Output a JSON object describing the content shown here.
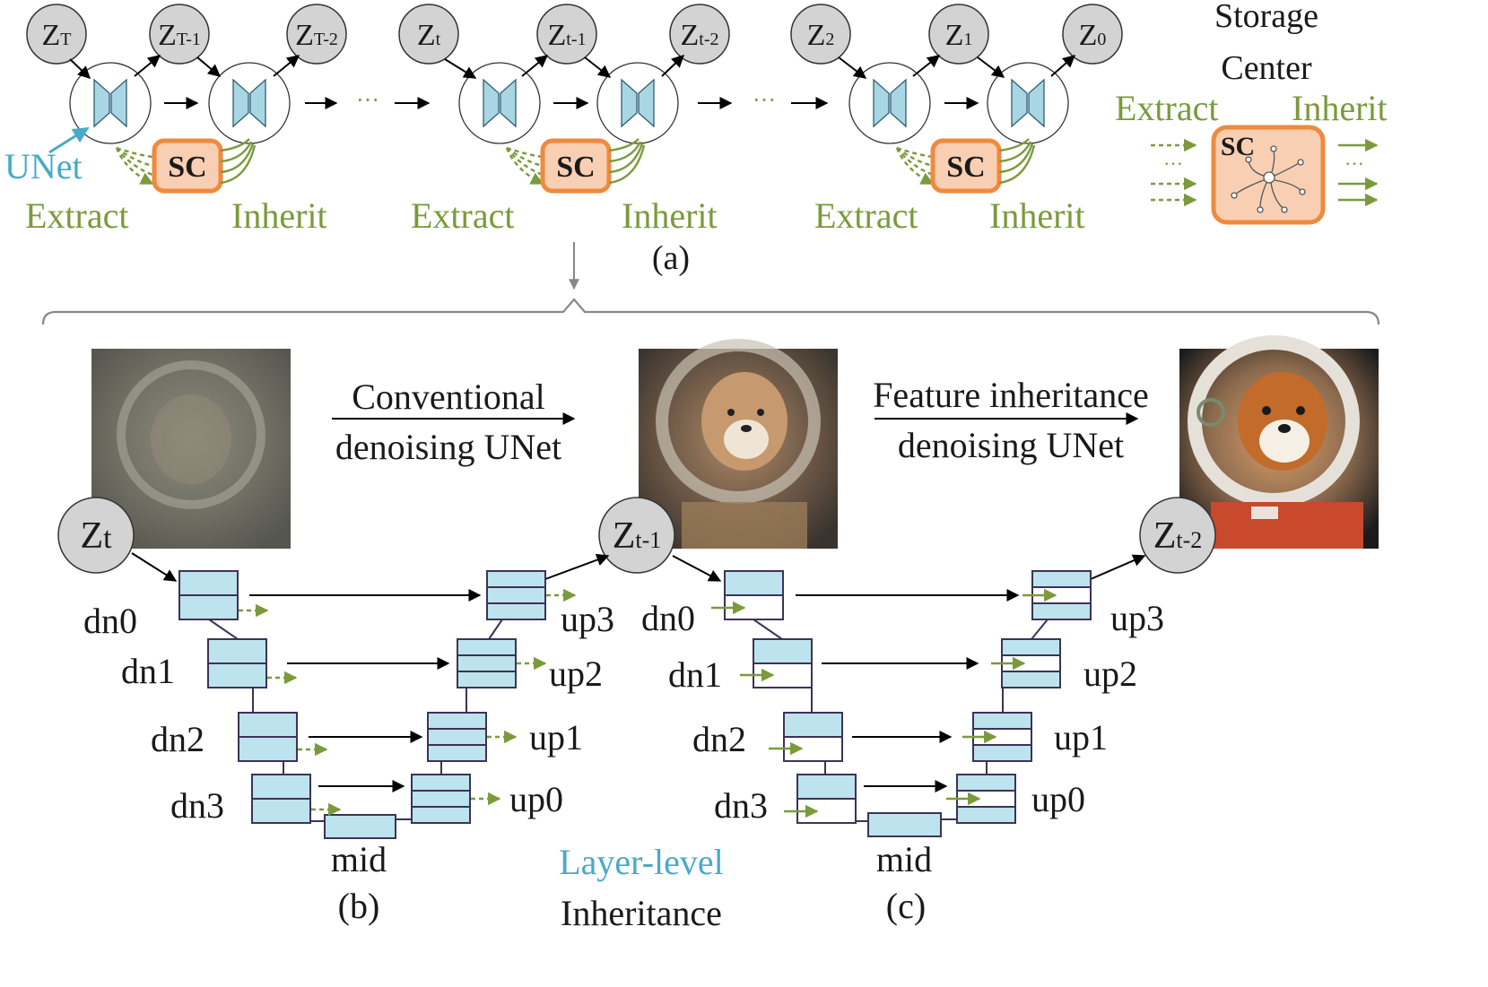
{
  "panel_a": {
    "caption": "(a)",
    "groups": [
      {
        "nodes": [
          {
            "main": "Z",
            "sub": "T"
          },
          {
            "main": "Z",
            "sub": "T-1"
          },
          {
            "main": "Z",
            "sub": "T-2"
          }
        ],
        "unet_label": "UNet",
        "extract": "Extract",
        "sc": "SC",
        "inherit": "Inherit"
      },
      {
        "nodes": [
          {
            "main": "Z",
            "sub": "t"
          },
          {
            "main": "Z",
            "sub": "t-1"
          },
          {
            "main": "Z",
            "sub": "t-2"
          }
        ],
        "extract": "Extract",
        "sc": "SC",
        "inherit": "Inherit"
      },
      {
        "nodes": [
          {
            "main": "Z",
            "sub": "2"
          },
          {
            "main": "Z",
            "sub": "1"
          },
          {
            "main": "Z",
            "sub": "0"
          }
        ],
        "extract": "Extract",
        "sc": "SC",
        "inherit": "Inherit"
      }
    ],
    "ellipsis": "···",
    "storage": {
      "title_line1": "Storage",
      "title_line2": "Center",
      "extract": "Extract",
      "inherit": "Inherit",
      "sc": "SC",
      "ellipsis": "···"
    }
  },
  "panel_bc": {
    "image_descriptions": {
      "noisy": "noisy-astronaut-dog-image",
      "mid": "partially-denoised-astronaut-dog-image",
      "clean": "clean-astronaut-dog-image"
    },
    "arrow_b": {
      "line1": "Conventional",
      "line2": "denoising UNet"
    },
    "arrow_c": {
      "line1": "Feature inheritance",
      "line2": "denoising UNet"
    },
    "nodes": [
      {
        "main": "Z",
        "sub": "t"
      },
      {
        "main": "Z",
        "sub": "t-1"
      },
      {
        "main": "Z",
        "sub": "t-2"
      }
    ],
    "down_labels": [
      "dn0",
      "dn1",
      "dn2",
      "dn3"
    ],
    "up_labels": [
      "up3",
      "up2",
      "up1",
      "up0"
    ],
    "mid_label": "mid",
    "caption_b": "(b)",
    "caption_c": "(c)",
    "center_line1": "Layer-level",
    "center_line2": "Inheritance"
  },
  "colors": {
    "green": "#7a9a3c",
    "blue": "#4aaac6",
    "sc_fill": "#f8cfb3",
    "sc_stroke": "#ef8a3e",
    "layer_fill": "#bde3ee",
    "node_fill": "#d3d3d3"
  }
}
